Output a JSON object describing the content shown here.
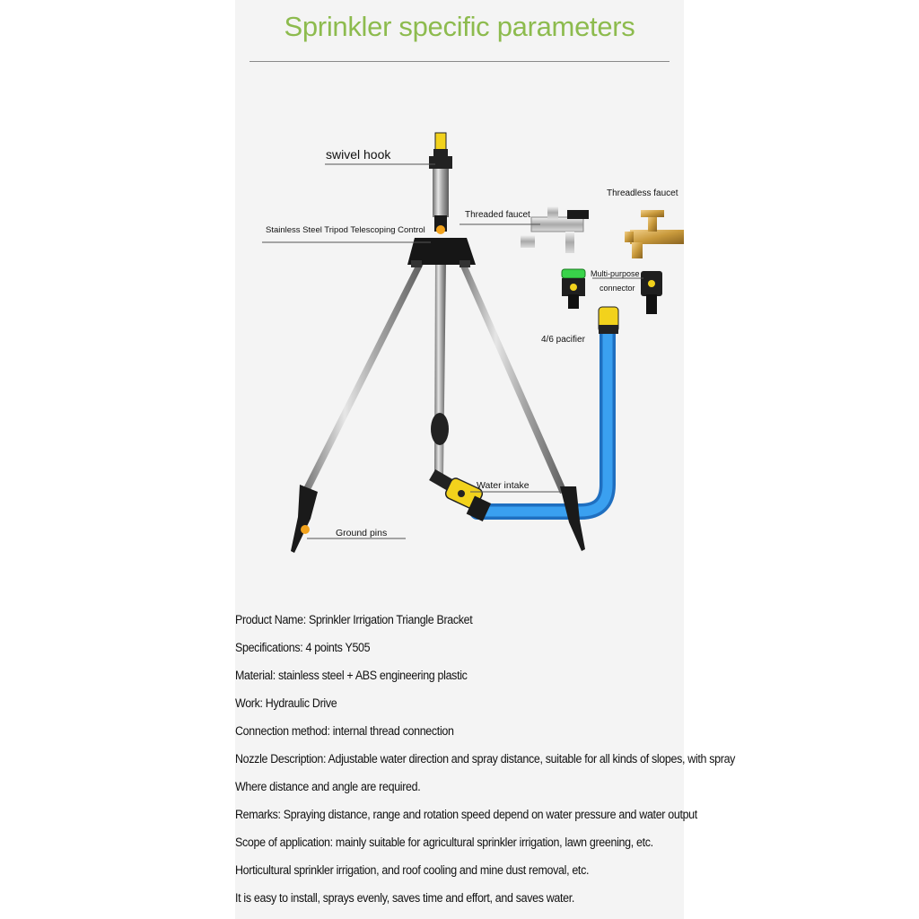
{
  "title": "Sprinkler specific parameters",
  "labels": {
    "swivel_hook": "swivel hook",
    "tripod_control": "Stainless Steel Tripod Telescoping Control",
    "threaded_faucet": "Threaded faucet",
    "threadless_faucet": "Threadless faucet",
    "multi_purpose_line1": "Multi-purpose",
    "multi_purpose_line2": "connector",
    "pacifier": "4/6 pacifier",
    "water_intake": "Water intake",
    "ground_pins": "Ground pins"
  },
  "specs": [
    "Product Name: Sprinkler Irrigation Triangle Bracket",
    "Specifications: 4 points Y505",
    "Material: stainless steel + ABS engineering plastic",
    "Work: Hydraulic Drive",
    "Connection method: internal thread connection",
    "Nozzle Description: Adjustable water direction and spray distance, suitable for all kinds of slopes, with spray",
    "Where distance and angle are required.",
    "Remarks: Spraying distance, range and rotation speed depend on water pressure and water output",
    "Scope of application: mainly suitable for agricultural sprinkler irrigation, lawn greening, etc.",
    "Horticultural sprinkler irrigation, and roof cooling and mine dust removal, etc.",
    "It is easy to install, sprays evenly, saves time and effort, and saves water."
  ],
  "colors": {
    "title": "#8dbb4e",
    "hose": "#2f8fe0",
    "fitting": "#f2d21c",
    "steel": "#b8b8b8"
  }
}
